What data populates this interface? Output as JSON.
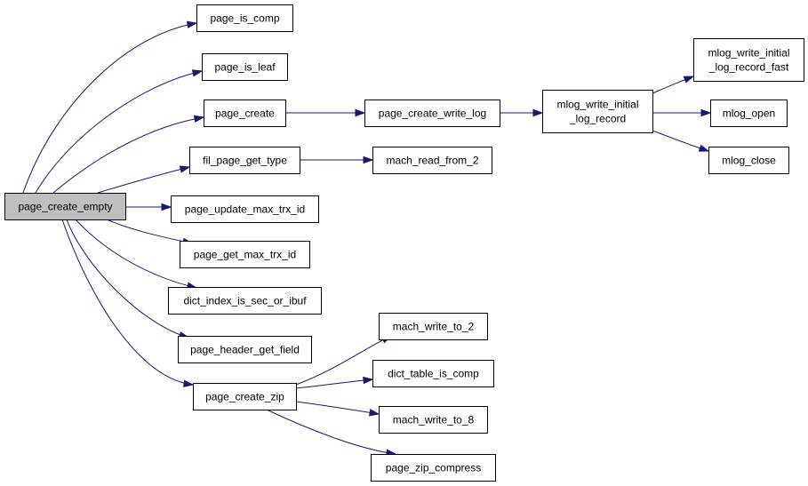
{
  "diagram": {
    "type": "call-graph",
    "colors": {
      "edge": "#191970",
      "node_border": "#000000",
      "root_fill": "#bfbfbf",
      "node_fill": "#ffffff"
    },
    "nodes": [
      {
        "id": "page_create_empty",
        "lines": [
          "page_create_empty"
        ],
        "root": true
      },
      {
        "id": "page_is_comp",
        "lines": [
          "page_is_comp"
        ]
      },
      {
        "id": "page_is_leaf",
        "lines": [
          "page_is_leaf"
        ]
      },
      {
        "id": "page_create",
        "lines": [
          "page_create"
        ]
      },
      {
        "id": "fil_page_get_type",
        "lines": [
          "fil_page_get_type"
        ]
      },
      {
        "id": "page_update_max_trx_id",
        "lines": [
          "page_update_max_trx_id"
        ]
      },
      {
        "id": "page_get_max_trx_id",
        "lines": [
          "page_get_max_trx_id"
        ]
      },
      {
        "id": "dict_index_is_sec_or_ibuf",
        "lines": [
          "dict_index_is_sec_or_ibuf"
        ]
      },
      {
        "id": "page_header_get_field",
        "lines": [
          "page_header_get_field"
        ]
      },
      {
        "id": "page_create_zip",
        "lines": [
          "page_create_zip"
        ]
      },
      {
        "id": "page_create_write_log",
        "lines": [
          "page_create_write_log"
        ]
      },
      {
        "id": "mach_read_from_2",
        "lines": [
          "mach_read_from_2"
        ]
      },
      {
        "id": "mlog_write_initial_log_record",
        "lines": [
          "mlog_write_initial",
          "_log_record"
        ]
      },
      {
        "id": "mlog_write_initial_log_record_fast",
        "lines": [
          "mlog_write_initial",
          "_log_record_fast"
        ]
      },
      {
        "id": "mlog_open",
        "lines": [
          "mlog_open"
        ]
      },
      {
        "id": "mlog_close",
        "lines": [
          "mlog_close"
        ]
      },
      {
        "id": "mach_write_to_2",
        "lines": [
          "mach_write_to_2"
        ]
      },
      {
        "id": "dict_table_is_comp",
        "lines": [
          "dict_table_is_comp"
        ]
      },
      {
        "id": "mach_write_to_8",
        "lines": [
          "mach_write_to_8"
        ]
      },
      {
        "id": "page_zip_compress",
        "lines": [
          "page_zip_compress"
        ]
      }
    ],
    "edges": [
      [
        "page_create_empty",
        "page_is_comp"
      ],
      [
        "page_create_empty",
        "page_is_leaf"
      ],
      [
        "page_create_empty",
        "page_create"
      ],
      [
        "page_create_empty",
        "fil_page_get_type"
      ],
      [
        "page_create_empty",
        "page_update_max_trx_id"
      ],
      [
        "page_create_empty",
        "page_get_max_trx_id"
      ],
      [
        "page_create_empty",
        "dict_index_is_sec_or_ibuf"
      ],
      [
        "page_create_empty",
        "page_header_get_field"
      ],
      [
        "page_create_empty",
        "page_create_zip"
      ],
      [
        "page_create",
        "page_create_write_log"
      ],
      [
        "page_create_write_log",
        "mlog_write_initial_log_record"
      ],
      [
        "mlog_write_initial_log_record",
        "mlog_write_initial_log_record_fast"
      ],
      [
        "mlog_write_initial_log_record",
        "mlog_open"
      ],
      [
        "mlog_write_initial_log_record",
        "mlog_close"
      ],
      [
        "fil_page_get_type",
        "mach_read_from_2"
      ],
      [
        "page_create_zip",
        "mach_write_to_2"
      ],
      [
        "page_create_zip",
        "dict_table_is_comp"
      ],
      [
        "page_create_zip",
        "mach_write_to_8"
      ],
      [
        "page_create_zip",
        "page_zip_compress"
      ]
    ]
  }
}
